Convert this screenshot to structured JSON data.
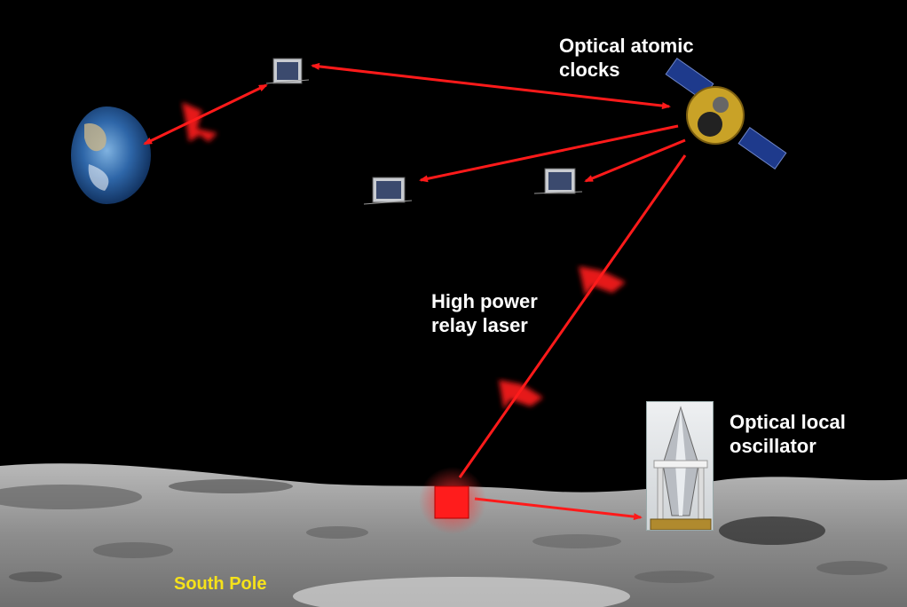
{
  "labels": {
    "optical_atomic_clocks": "Optical atomic\nclocks",
    "high_power_relay_laser": "High power\nrelay laser",
    "optical_local_oscillator": "Optical local\noscillator",
    "south_pole": "South Pole"
  },
  "colors": {
    "laser": "#ff1a1a",
    "label_text": "#ffffff",
    "south_pole_text": "#f6e21a",
    "space": "#000000",
    "lunar_surface": "#8c8c8c"
  },
  "icons": [
    "earth-icon",
    "cubesat-icon",
    "clock-satellite-icon",
    "laser-box-icon",
    "oscillator-photo"
  ]
}
